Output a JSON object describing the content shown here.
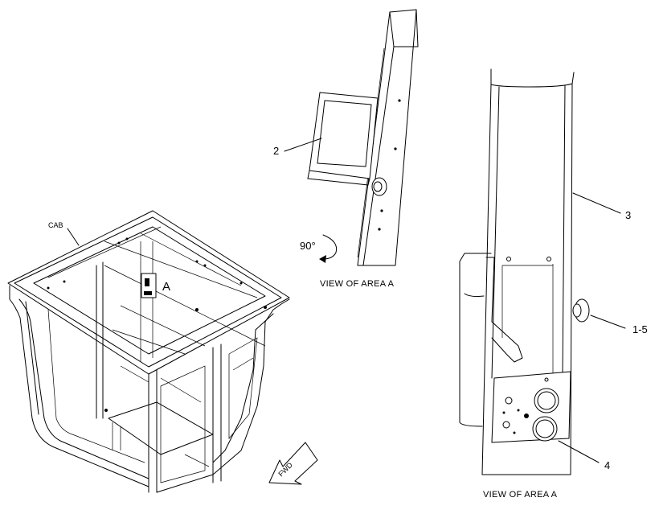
{
  "labels": {
    "cab": "CAB",
    "area_a": "A",
    "fwd": "FWD",
    "item_2": "2",
    "rotation": "90°",
    "view_area_a_1": "VIEW OF AREA  A",
    "item_3": "3",
    "item_1_5": "1-5",
    "item_4": "4",
    "view_area_a_2": "VIEW OF AREA  A"
  }
}
